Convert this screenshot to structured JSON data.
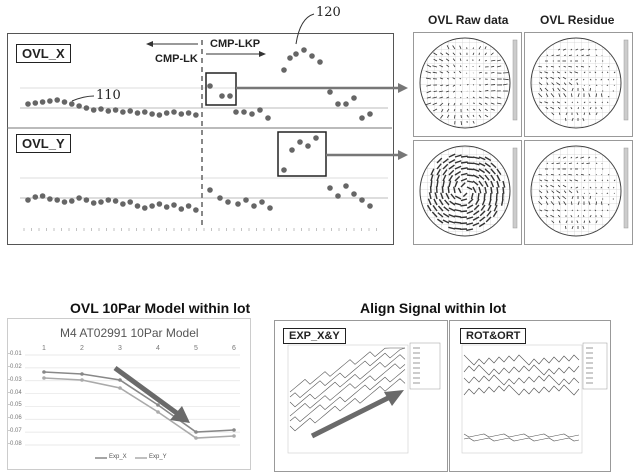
{
  "top_chart": {
    "label_x": "OVL_X",
    "label_y": "OVL_Y",
    "region_left": "CMP-LK",
    "region_right": "CMP-LKP",
    "ref_110": "110",
    "ref_120": "120"
  },
  "maps": {
    "raw_title": "OVL Raw data",
    "residue_title": "OVL Residue"
  },
  "bottom_left": {
    "heading": "OVL 10Par Model within lot",
    "chart_title": "M4 AT02991 10Par Model",
    "x_ticks": [
      "1",
      "2",
      "3",
      "4",
      "5",
      "6"
    ],
    "y_ticks": [
      "-0.01",
      "-0.02",
      "-0.03",
      "-0.04",
      "-0.05",
      "-0.06",
      "-0.07",
      "-0.08"
    ],
    "legend": [
      "Exp_X",
      "Exp_Y"
    ]
  },
  "bottom_right": {
    "heading": "Align Signal within lot",
    "panel1_label": "EXP_X&Y",
    "panel2_label": "ROT&ORT"
  },
  "colors": {
    "accent_gray": "#7a7a7a",
    "series_x": "#888888",
    "series_y": "#aaaaaa"
  }
}
